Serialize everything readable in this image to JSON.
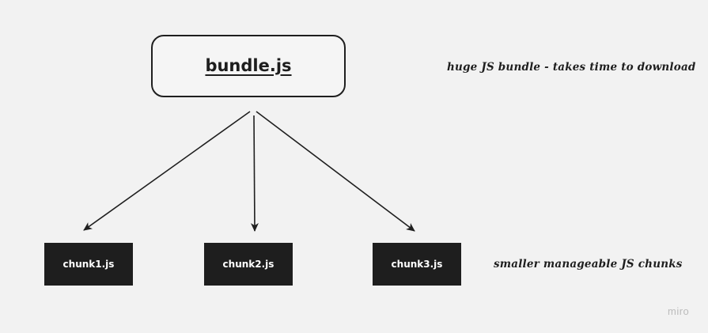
{
  "diagram": {
    "bundle": {
      "label": "bundle.js"
    },
    "chunks": [
      {
        "label": "chunk1.js"
      },
      {
        "label": "chunk2.js"
      },
      {
        "label": "chunk3.js"
      }
    ],
    "annotations": {
      "bundle_note": "huge JS bundle - takes time to download",
      "chunks_note": "smaller manageable JS chunks"
    },
    "edges": [
      {
        "from": "bundle.js",
        "to": "chunk1.js"
      },
      {
        "from": "bundle.js",
        "to": "chunk2.js"
      },
      {
        "from": "bundle.js",
        "to": "chunk3.js"
      }
    ]
  },
  "watermark": "miro",
  "colors": {
    "background": "#f2f2f2",
    "stroke": "#1f1f1f",
    "chunk_fill": "#1e1e1e",
    "chunk_text": "#ffffff",
    "watermark": "#bcbcbc"
  }
}
